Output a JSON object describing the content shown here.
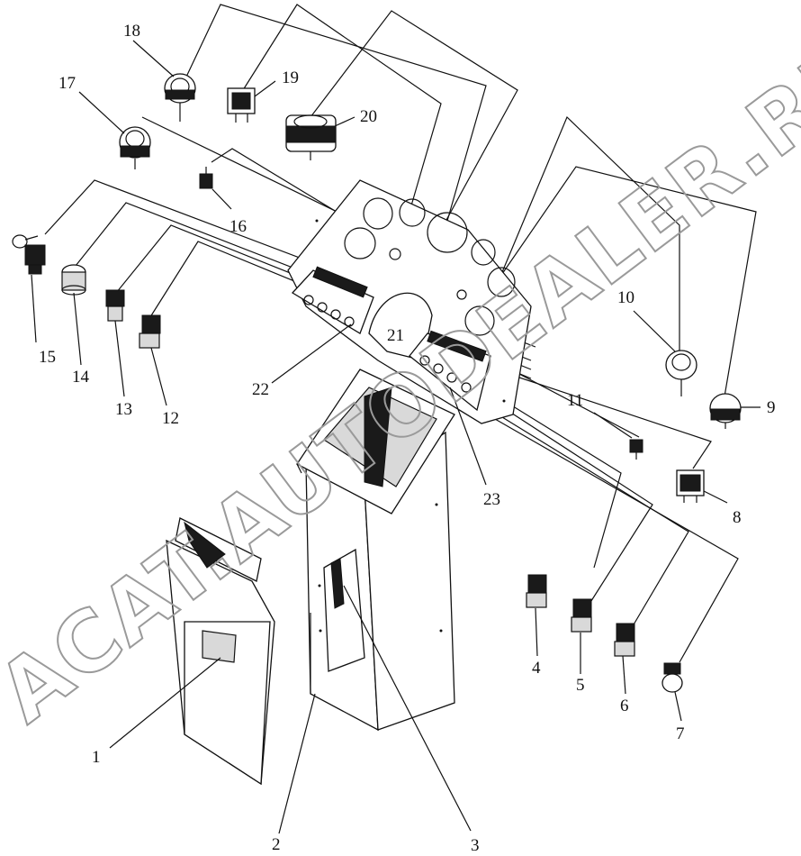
{
  "watermark": "ACAT.AUTODEALER.RU",
  "callouts": [
    {
      "id": "c1",
      "text": "1"
    },
    {
      "id": "c2",
      "text": "2"
    },
    {
      "id": "c3",
      "text": "3"
    },
    {
      "id": "c4",
      "text": "4"
    },
    {
      "id": "c5",
      "text": "5"
    },
    {
      "id": "c6",
      "text": "6"
    },
    {
      "id": "c7",
      "text": "7"
    },
    {
      "id": "c8",
      "text": "8"
    },
    {
      "id": "c9",
      "text": "9"
    },
    {
      "id": "c10",
      "text": "10"
    },
    {
      "id": "c11",
      "text": "11"
    },
    {
      "id": "c12",
      "text": "12"
    },
    {
      "id": "c13",
      "text": "13"
    },
    {
      "id": "c14",
      "text": "14"
    },
    {
      "id": "c15",
      "text": "15"
    },
    {
      "id": "c16",
      "text": "16"
    },
    {
      "id": "c17",
      "text": "17"
    },
    {
      "id": "c18",
      "text": "18"
    },
    {
      "id": "c19",
      "text": "19"
    },
    {
      "id": "c20",
      "text": "20"
    },
    {
      "id": "c21",
      "text": "21"
    },
    {
      "id": "c22",
      "text": "22"
    },
    {
      "id": "c23",
      "text": "23"
    }
  ]
}
